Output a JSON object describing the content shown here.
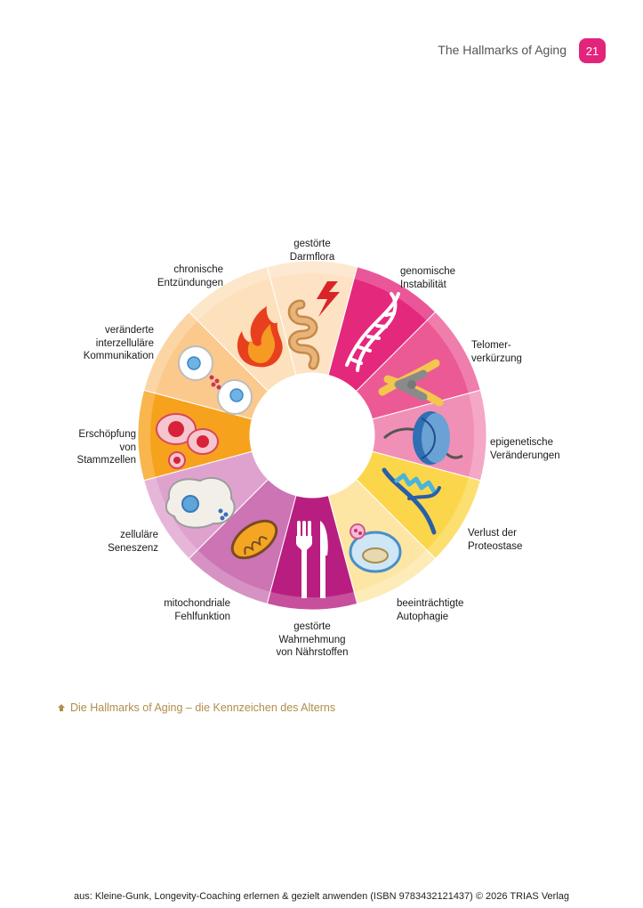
{
  "header": {
    "title": "The Hallmarks of Aging",
    "page_number": "21"
  },
  "diagram": {
    "segments": [
      {
        "id": "darmflora",
        "label_lines": [
          "gestörte",
          "Darmflora"
        ],
        "icon": "intestine-icon",
        "color": "#fde3c4"
      },
      {
        "id": "genomisch",
        "label_lines": [
          "genomische",
          "Instabilität"
        ],
        "icon": "dna-icon",
        "color": "#e4287c"
      },
      {
        "id": "telomer",
        "label_lines": [
          "Telomer-",
          "verkürzung"
        ],
        "icon": "chromosome-icon",
        "color": "#ec5a95"
      },
      {
        "id": "epigenetisch",
        "label_lines": [
          "epigenetische",
          "Veränderungen"
        ],
        "icon": "nucleosome-icon",
        "color": "#f190b6"
      },
      {
        "id": "proteostase",
        "label_lines": [
          "Verlust der",
          "Proteostase"
        ],
        "icon": "protein-icon",
        "color": "#fcd64a"
      },
      {
        "id": "autophagie",
        "label_lines": [
          "beeinträchtigte",
          "Autophagie"
        ],
        "icon": "autophagosome-icon",
        "color": "#fde6a4"
      },
      {
        "id": "naehrstoffe",
        "label_lines": [
          "gestörte",
          "Wahrnehmung",
          "von Nährstoffen"
        ],
        "icon": "fork-knife-icon",
        "color": "#b81e80"
      },
      {
        "id": "mitochondrial",
        "label_lines": [
          "mitochondriale",
          "Fehlfunktion"
        ],
        "icon": "mitochondrion-icon",
        "color": "#cc74b4"
      },
      {
        "id": "seneszenz",
        "label_lines": [
          "zelluläre",
          "Seneszenz"
        ],
        "icon": "senescent-cell-icon",
        "color": "#dfa2cf"
      },
      {
        "id": "stammzellen",
        "label_lines": [
          "Erschöpfung",
          "von",
          "Stammzellen"
        ],
        "icon": "stem-cells-icon",
        "color": "#f6a21c"
      },
      {
        "id": "kommunikation",
        "label_lines": [
          "veränderte",
          "interzelluläre",
          "Kommunikation"
        ],
        "icon": "cells-communication-icon",
        "color": "#fbc98c"
      },
      {
        "id": "entzuendung",
        "label_lines": [
          "chronische",
          "Entzündungen"
        ],
        "icon": "flame-icon",
        "color": "#fde0bc"
      }
    ]
  },
  "caption": {
    "text": "Die Hallmarks of Aging – die Kennzeichen des Alterns",
    "icon": "caption-marker-icon"
  },
  "footer": {
    "text": "aus: Kleine-Gunk, Longevity-Coaching erlernen & gezielt anwenden (ISBN 9783432121437) © 2026 TRIAS Verlag"
  }
}
